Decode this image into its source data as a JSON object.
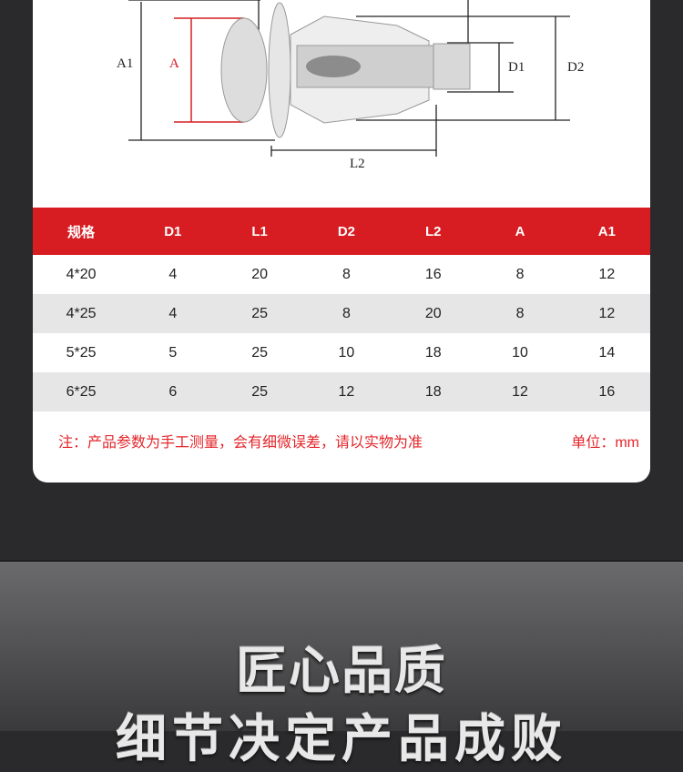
{
  "diagram": {
    "labels": {
      "a1": "A1",
      "a": "A",
      "d1": "D1",
      "d2": "D2",
      "l2": "L2"
    }
  },
  "table": {
    "headers": [
      "规格",
      "D1",
      "L1",
      "D2",
      "L2",
      "A",
      "A1"
    ],
    "rows": [
      [
        "4*20",
        "4",
        "20",
        "8",
        "16",
        "8",
        "12"
      ],
      [
        "4*25",
        "4",
        "25",
        "8",
        "20",
        "8",
        "12"
      ],
      [
        "5*25",
        "5",
        "25",
        "10",
        "18",
        "10",
        "14"
      ],
      [
        "6*25",
        "6",
        "25",
        "12",
        "18",
        "12",
        "16"
      ]
    ]
  },
  "note": "注：产品参数为手工测量，会有细微误差，请以实物为准",
  "unit": "单位：mm",
  "slogan": {
    "line1": "匠心品质",
    "line2": "细节决定产品成败"
  },
  "colors": {
    "accent": "#d71d22",
    "background": "#2a2a2c"
  }
}
